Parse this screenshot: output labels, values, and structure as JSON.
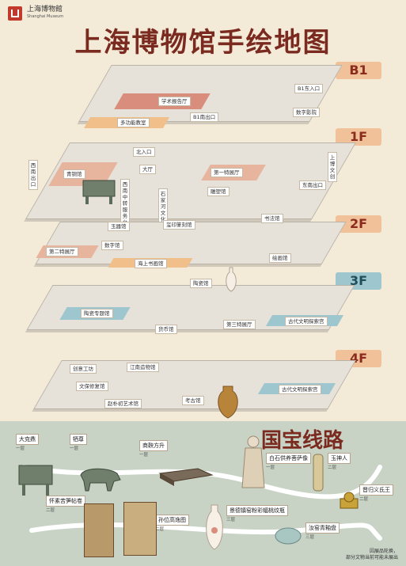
{
  "header": {
    "logo_text": "上海博物館",
    "logo_sub": "Shanghai Museum",
    "title": "上海博物馆手绘地图"
  },
  "floors": {
    "b1": {
      "tag": "B1",
      "rooms": {
        "academic_hall": "学术报告厅",
        "multi_classroom": "多功能教室",
        "b1_south_exit": "B1南出口",
        "b1_east_entrance": "B1东入口",
        "digital_cinema": "数字影院"
      }
    },
    "f1": {
      "tag": "1F",
      "rooms": {
        "north_entrance": "北入口",
        "bronze_hall": "青铜馆",
        "hall": "大厅",
        "special_hall_1": "第一特展厅",
        "sculpture_hall": "雕塑馆",
        "east_south_exit": "东南出口",
        "west_exit": "西南出口",
        "shanghai_culture": "上博文创",
        "west_service": "西南中转服务台",
        "huaxia_artifacts": "石家河文化"
      }
    },
    "f2": {
      "tag": "2F",
      "rooms": {
        "jade_hall": "玉器馆",
        "seal_hall": "玺印篆刻馆",
        "calligraphy_hall": "书法馆",
        "special_hall_2": "第二特展厅",
        "digital_hall": "数字馆",
        "painting_hall": "绘画馆",
        "shanghai_painting": "海上书画馆"
      }
    },
    "f3": {
      "tag": "3F",
      "rooms": {
        "pottery_hall": "陶瓷馆",
        "ceramic_special": "陶瓷专题馆",
        "furniture_hall": "货币馆",
        "special_hall_3": "第三特展厅",
        "ancient_civ": "古代文明探索宫"
      }
    },
    "f4": {
      "tag": "4F",
      "rooms": {
        "creative_workshop": "创意工坊",
        "jiangnan_hall": "江南造物馆",
        "conservation_hall": "文保修复馆",
        "zhaoshang_hall": "赵朴初艺术馆",
        "archaeology_hall": "考古馆",
        "ancient_civ": "古代文明探索宫"
      }
    }
  },
  "route": {
    "title": "国宝线路",
    "relics": [
      {
        "name": "大克鼎",
        "sub": "一层"
      },
      {
        "name": "牺尊",
        "sub": "一层"
      },
      {
        "name": "商鞅方升",
        "sub": "一层"
      },
      {
        "name": "白石供养菩萨像",
        "sub": "一层"
      },
      {
        "name": "玉神人",
        "sub": "二层"
      },
      {
        "name": "晋归义氐王",
        "sub": "二层"
      },
      {
        "name": "怀素苦笋帖卷",
        "sub": "二层"
      },
      {
        "name": "孙位高逸图",
        "sub": "二层"
      },
      {
        "name": "景德镇窑粉彩蝠桃纹瓶",
        "sub": "三层"
      },
      {
        "name": "汝窑青釉盘",
        "sub": "三层"
      }
    ]
  },
  "footnote": [
    "因展品轮换，",
    "部分文物当前可能未展出"
  ],
  "colors": {
    "background": "#f3ead8",
    "title": "#7a2a1f",
    "floor_tag": "#f1c29a",
    "floor_tag_3f": "#9ec6cf",
    "route_bg": "#c8d3c6"
  }
}
